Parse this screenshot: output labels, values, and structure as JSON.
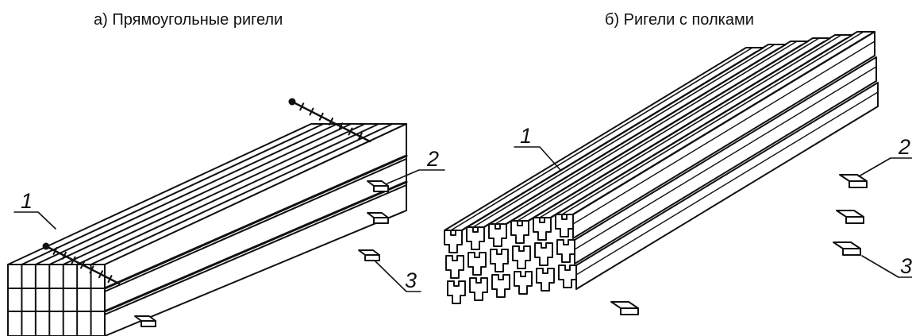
{
  "figure": {
    "caption_a": "а)  Прямоугольные ригели",
    "caption_b": "б)  Ригели с полками",
    "labels_a": [
      "1",
      "2",
      "3"
    ],
    "labels_b": [
      "1",
      "2",
      "3"
    ]
  }
}
